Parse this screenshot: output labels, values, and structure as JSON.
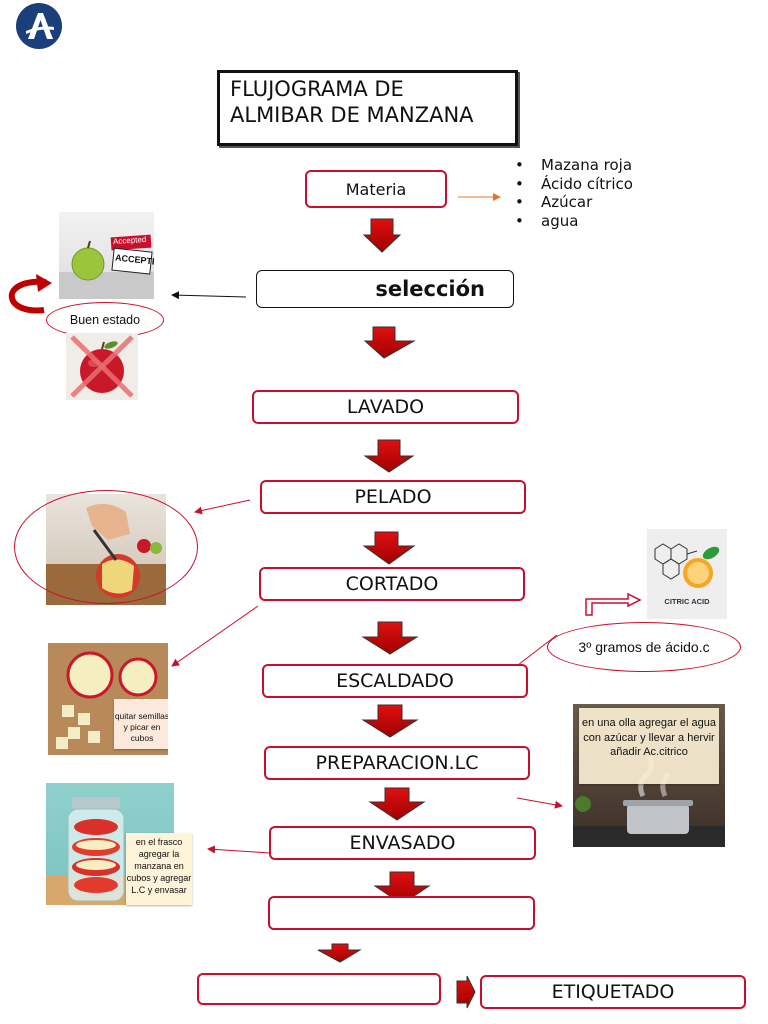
{
  "logo": {
    "letter": "A",
    "color": "#1b3f7a"
  },
  "title": {
    "line1": "FLUJOGRAMA DE",
    "line2": "ALMIBAR DE MANZANA"
  },
  "steps": {
    "materia": "Materia",
    "seleccion": "selección",
    "lavado": "LAVADO",
    "pelado": "PELADO",
    "cortado": "CORTADO",
    "escaldado": "ESCALDADO",
    "preparacion": "PREPARACION.LC",
    "envasado": "ENVASADO",
    "blank1": "",
    "blank2": "",
    "etiquetado": "ETIQUETADO"
  },
  "ingredients": [
    "Mazana roja",
    "Ácido cítrico",
    "Azúcar",
    "agua"
  ],
  "buen_estado": "Buen estado",
  "accepted_label": "Accepted",
  "accepted_stamp": "ACCEPTED",
  "acid_oval": "3º gramos de ácido.c",
  "citric_label": "CITRIC ACID",
  "notes": {
    "corte": "quitar semillas y picar en cubos",
    "olla": "en una olla agregar el agua con azúcar y llevar a hervir añadir Ac.citrico",
    "frasco": "en el frasco agregar la manzana en cubos y agregar L.C y envasar"
  },
  "colors": {
    "accent": "#c8102e",
    "arrow": "#c00000",
    "title_border": "#111111"
  }
}
